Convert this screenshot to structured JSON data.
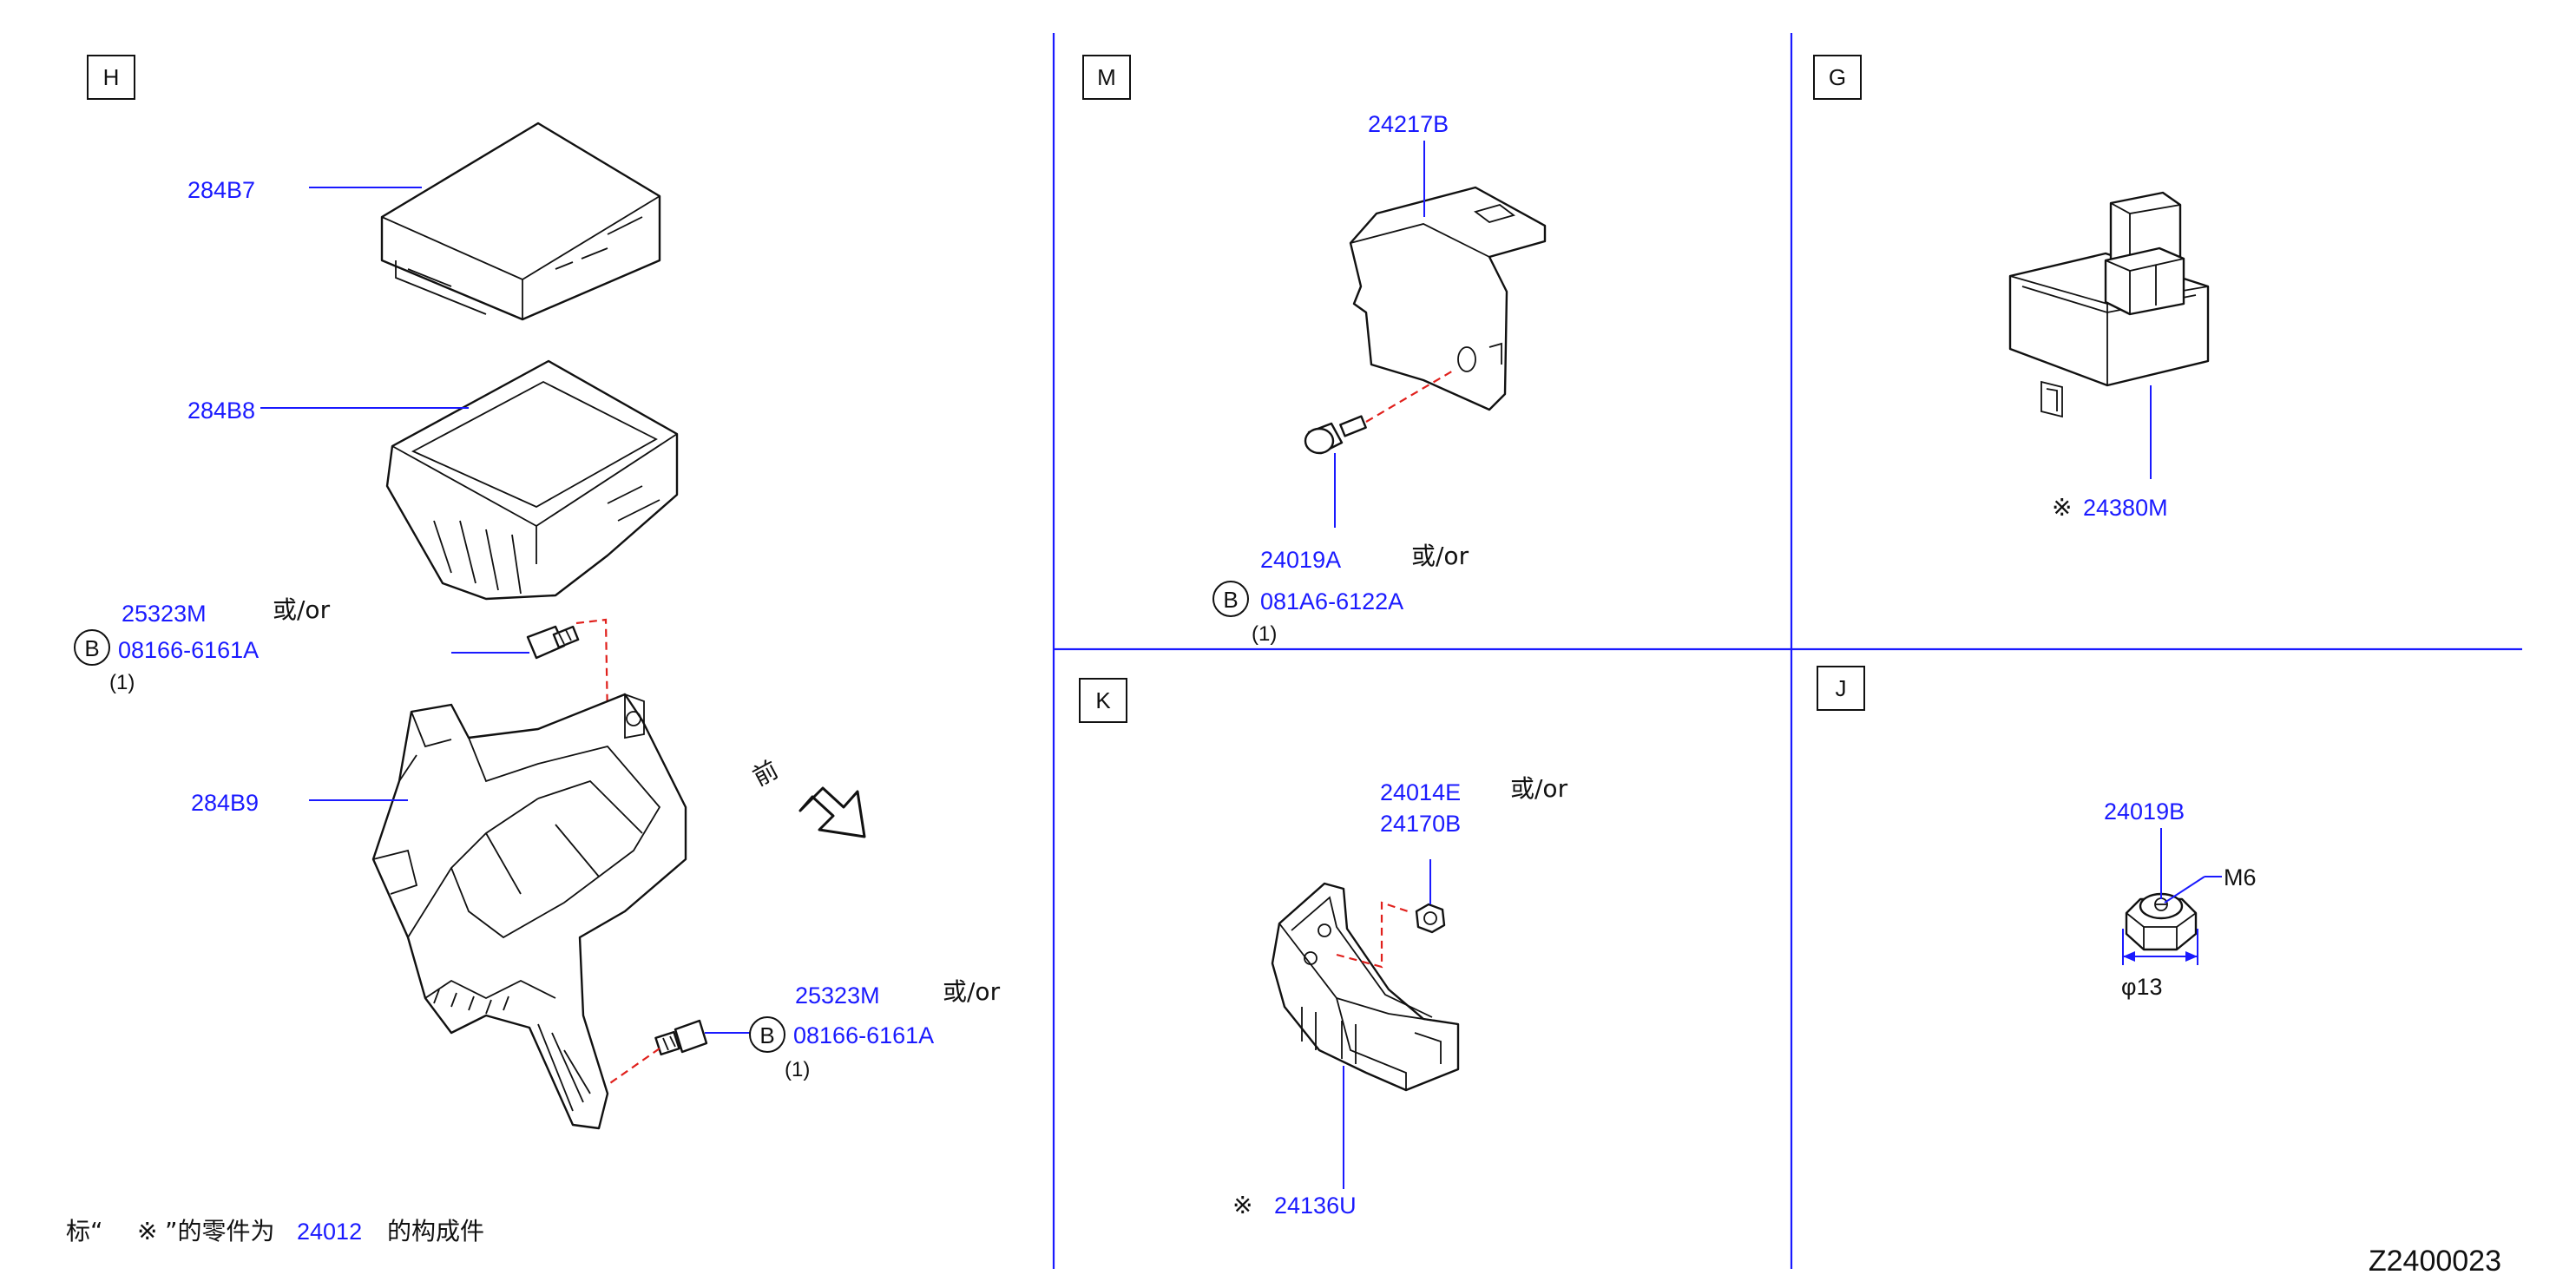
{
  "sections": {
    "H": {
      "label": "H",
      "p284b7": "284B7",
      "p284b8": "284B8",
      "p284b9": "284B9",
      "bolt1_pn": "25323M",
      "bolt1_or": "或/or",
      "bolt1_alt": "08166-6161A",
      "bolt1_qty": "(1)",
      "bolt2_pn": "25323M",
      "bolt2_or": "或/or",
      "bolt2_alt": "08166-6161A",
      "bolt2_qty": "(1)",
      "front_label": "前"
    },
    "M": {
      "label": "M",
      "bracket_pn": "24217B",
      "bolt_pn": "24019A",
      "bolt_or": "或/or",
      "bolt_alt": "081A6-6122A",
      "bolt_qty": "(1)"
    },
    "G": {
      "label": "G",
      "relay_pn": "24380M",
      "relay_mark": "※"
    },
    "K": {
      "label": "K",
      "nut_pn": "24014E",
      "nut_or": "或/or",
      "nut_alt": "24170B",
      "bracket_pn": "24136U",
      "bracket_mark": "※"
    },
    "J": {
      "label": "J",
      "nut_pn": "24019B",
      "thread": "M6",
      "diameter": "φ13"
    }
  },
  "b_symbol": "B",
  "footnote": {
    "prefix": "标“",
    "mark": "※",
    "middle": "”的零件为",
    "part": "24012",
    "suffix": "的构成件"
  },
  "diagram_code": "Z2400023",
  "colors": {
    "part_number": "#1a1aff",
    "divider": "#1a1aff",
    "dash_line": "#e0201c",
    "ink": "#111111"
  }
}
